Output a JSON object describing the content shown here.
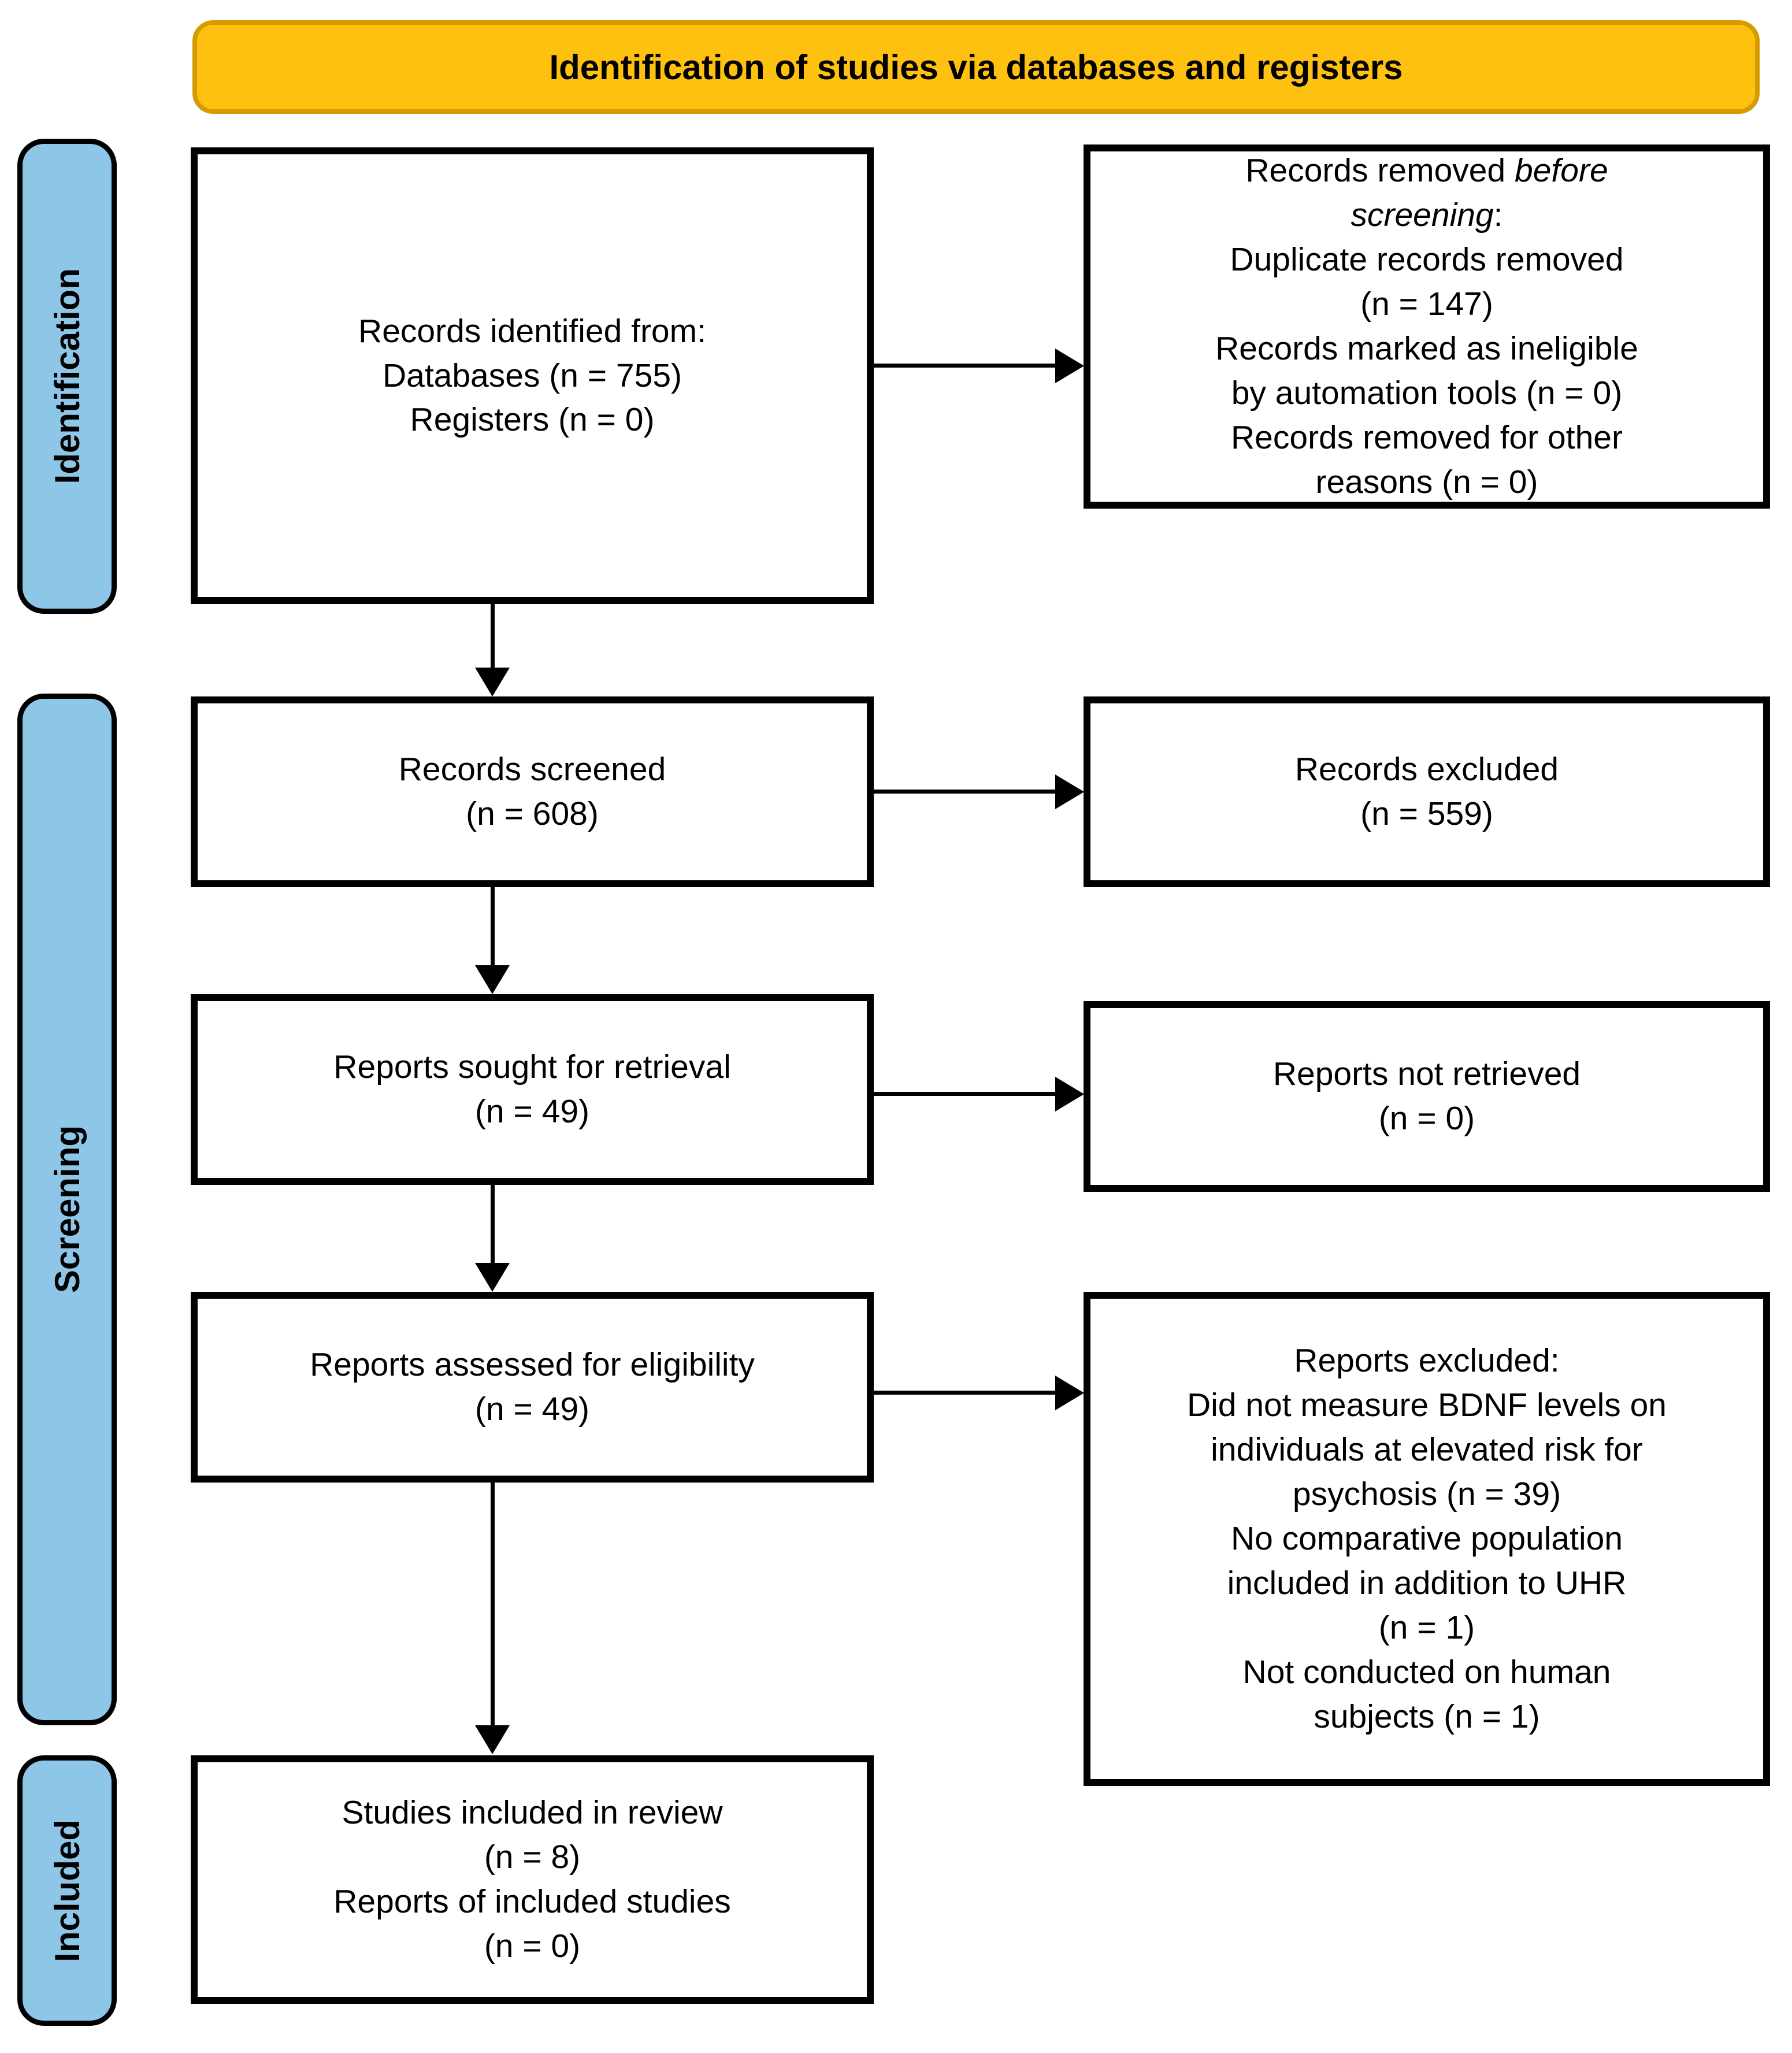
{
  "banner": {
    "label": "Identification of studies via databases and registers",
    "fill_color": "#FFC110",
    "border_color": "#D69B00"
  },
  "stages": {
    "identification": "Identification",
    "screening": "Screening",
    "included": "Included"
  },
  "colors": {
    "stage_fill": "#8EC6E8",
    "box_border": "#000000",
    "text": "#000000"
  },
  "boxes": {
    "records_identified": {
      "lines": [
        "Records identified from:",
        "Databases (n = 755)",
        "Registers (n = 0)"
      ]
    },
    "records_removed": {
      "lines": [
        [
          {
            "text": "Records removed "
          },
          {
            "text": "before",
            "italic": true
          }
        ],
        [
          {
            "text": "screening",
            "italic": true
          },
          {
            "text": ":"
          }
        ],
        "Duplicate records removed",
        "(n = 147)",
        "Records marked as ineligible",
        "by automation tools (n = 0)",
        "Records removed for other",
        "reasons (n = 0)"
      ]
    },
    "records_screened": {
      "lines": [
        "Records screened",
        "(n = 608)"
      ]
    },
    "records_excluded": {
      "lines": [
        "Records excluded",
        "(n = 559)"
      ]
    },
    "reports_sought": {
      "lines": [
        "Reports sought for retrieval",
        "(n = 49)"
      ]
    },
    "reports_not_retrieved": {
      "lines": [
        "Reports not retrieved",
        "(n = 0)"
      ]
    },
    "reports_assessed": {
      "lines": [
        "Reports assessed for eligibility",
        "(n = 49)"
      ]
    },
    "reports_excluded": {
      "lines": [
        "Reports excluded:",
        "Did not measure BDNF levels on",
        "individuals at elevated risk for",
        "psychosis (n = 39)",
        "No comparative population",
        "included in addition to UHR",
        "(n = 1)",
        "Not conducted on human",
        "subjects (n = 1)"
      ]
    },
    "studies_included": {
      "lines": [
        "Studies included in review",
        "(n = 8)",
        "Reports of included studies",
        "(n = 0)"
      ]
    }
  }
}
